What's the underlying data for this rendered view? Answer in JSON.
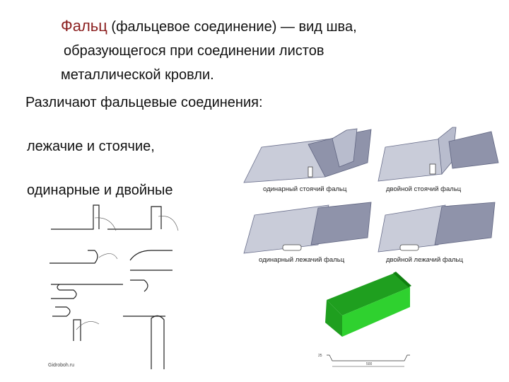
{
  "title": {
    "term": "Фальц",
    "rest_line1": " (фальцевое соединение) — вид шва,",
    "line2": "образующегося при соединении листов",
    "line3": "металлической кровли."
  },
  "subheading": "Различают фальцевые соединения:",
  "items": [
    "лежачие и стоячие,",
    "одинарные и двойные"
  ],
  "figures": {
    "captions": [
      "одинарный стоячий фальц",
      "двойной стоячий фальц",
      "одинарный лежачий фальц",
      "двойной лежачий фальц"
    ],
    "drawing_watermark": "Gidroboh.ru",
    "profile_dimension": "500",
    "profile_height": "25",
    "colors": {
      "sheet_grey": "#8f93aa",
      "sheet_light": "#c9ccd9",
      "sheet_dark": "#5f6480",
      "profile_green": "#2fd12f",
      "profile_green_dark": "#1f9f1f",
      "title_term": "#8b1f1f"
    }
  }
}
